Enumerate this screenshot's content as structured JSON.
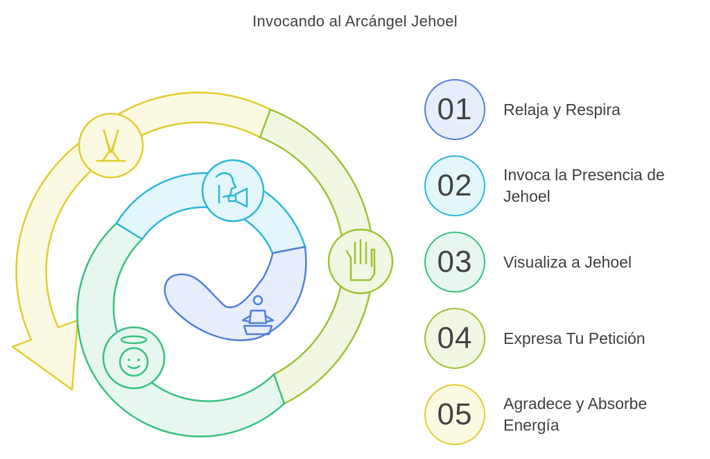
{
  "title": "Invocando al Arcángel Jehoel",
  "steps": [
    {
      "number": "01",
      "label": "Relaja y Respira",
      "stroke": "#4f7fd9",
      "fill": "#e7eefb"
    },
    {
      "number": "02",
      "label": "Invoca la Presencia de Jehoel",
      "stroke": "#2bb6d9",
      "fill": "#e3f6fb"
    },
    {
      "number": "03",
      "label": "Visualiza a Jehoel",
      "stroke": "#35c17f",
      "fill": "#e7f7ef"
    },
    {
      "number": "04",
      "label": "Expresa Tu Petición",
      "stroke": "#9cc232",
      "fill": "#f1f7e3"
    },
    {
      "number": "05",
      "label": "Agradece y Absorbe Energía",
      "stroke": "#e0cd2c",
      "fill": "#fbf9e1"
    }
  ],
  "icons": {
    "step1": "meditation-icon",
    "step2": "speaking-megaphone-icon",
    "step3": "angel-face-icon",
    "step4": "raised-hand-icon",
    "step5": "praying-hands-icon"
  }
}
